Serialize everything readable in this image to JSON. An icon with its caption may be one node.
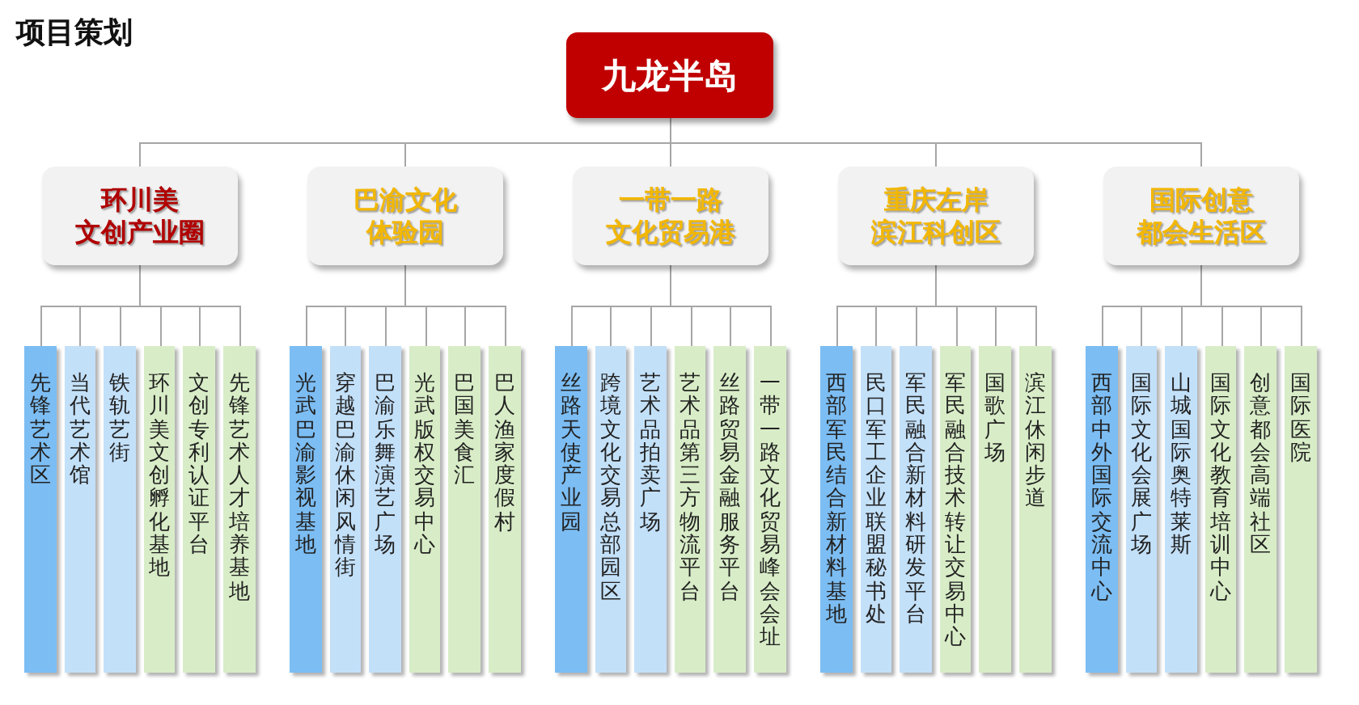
{
  "diagram": {
    "title": "项目策划",
    "nodes": [
      {
        "text": [
          "九龙半岛"
        ]
      },
      {
        "text": [
          "环川美文创产业圈"
        ]
      },
      {
        "text": [
          "巴渝文化体验园"
        ]
      },
      {
        "text": [
          "一带一路文化贸易港"
        ]
      },
      {
        "text": [
          "重庆左岸滨江科创区"
        ]
      },
      {
        "text": [
          "国际创意都会生活区"
        ]
      },
      {
        "text": [
          "先锋艺术区"
        ]
      },
      {
        "text": [
          "当代艺术馆"
        ]
      },
      {
        "text": [
          "铁轨艺街"
        ]
      },
      {
        "text": [
          "环川美文创孵化基地"
        ]
      },
      {
        "text": [
          "文创专利认证平台"
        ]
      },
      {
        "text": [
          "先锋艺术人才培养基地"
        ]
      },
      {
        "text": [
          "光武巴渝影视基地"
        ]
      },
      {
        "text": [
          "穿越巴渝休闲风情街"
        ]
      },
      {
        "text": [
          "巴渝乐舞演艺广场"
        ]
      },
      {
        "text": [
          "光武版权交易中心"
        ]
      },
      {
        "text": [
          "巴国美食汇"
        ]
      },
      {
        "text": [
          "巴人渔家度假村"
        ]
      },
      {
        "text": [
          "丝路天使产业园"
        ]
      },
      {
        "text": [
          "跨境文化交易总部园区"
        ]
      },
      {
        "text": [
          "艺术品拍卖广场"
        ]
      },
      {
        "text": [
          "艺术品第三方物流平台"
        ]
      },
      {
        "text": [
          "丝路贸易金融服务平台"
        ]
      },
      {
        "text": [
          "一带一路文化贸易峰会会址"
        ]
      },
      {
        "text": [
          "西部军民结合新材料基地"
        ]
      },
      {
        "text": [
          "民口军工企业联盟秘书处"
        ]
      },
      {
        "text": [
          "军民融合新材料研发平台"
        ]
      },
      {
        "text": [
          "军民融合技术转让交易中心"
        ]
      },
      {
        "text": [
          "国歌广场"
        ]
      },
      {
        "text": [
          "滨江休闲步道"
        ]
      },
      {
        "text": [
          "西部中外国际交流中心"
        ]
      },
      {
        "text": [
          "国际文化会展广场"
        ]
      },
      {
        "text": [
          "山城国际奥特莱斯"
        ]
      },
      {
        "text": [
          "国际文化教育培训中心"
        ]
      },
      {
        "text": [
          "创意都会高端社区"
        ]
      },
      {
        "text": [
          "国际医院"
        ]
      }
    ],
    "edges": [
      {
        "from": 0,
        "to": 1,
        "arrow": "none"
      },
      {
        "from": 0,
        "to": 2,
        "arrow": "none"
      },
      {
        "from": 0,
        "to": 3,
        "arrow": "none"
      },
      {
        "from": 0,
        "to": 4,
        "arrow": "none"
      },
      {
        "from": 0,
        "to": 5,
        "arrow": "none"
      },
      {
        "from": 1,
        "to": 6,
        "arrow": "none"
      },
      {
        "from": 1,
        "to": 7,
        "arrow": "none"
      },
      {
        "from": 1,
        "to": 8,
        "arrow": "none"
      },
      {
        "from": 1,
        "to": 9,
        "arrow": "none"
      },
      {
        "from": 1,
        "to": 10,
        "arrow": "none"
      },
      {
        "from": 1,
        "to": 11,
        "arrow": "none"
      },
      {
        "from": 2,
        "to": 12,
        "arrow": "none"
      },
      {
        "from": 2,
        "to": 13,
        "arrow": "none"
      },
      {
        "from": 2,
        "to": 14,
        "arrow": "none"
      },
      {
        "from": 2,
        "to": 15,
        "arrow": "none"
      },
      {
        "from": 2,
        "to": 16,
        "arrow": "none"
      },
      {
        "from": 2,
        "to": 17,
        "arrow": "none"
      },
      {
        "from": 3,
        "to": 18,
        "arrow": "none"
      },
      {
        "from": 3,
        "to": 19,
        "arrow": "none"
      },
      {
        "from": 3,
        "to": 20,
        "arrow": "none"
      },
      {
        "from": 3,
        "to": 21,
        "arrow": "none"
      },
      {
        "from": 3,
        "to": 22,
        "arrow": "none"
      },
      {
        "from": 3,
        "to": 23,
        "arrow": "none"
      },
      {
        "from": 4,
        "to": 24,
        "arrow": "none"
      },
      {
        "from": 4,
        "to": 25,
        "arrow": "none"
      },
      {
        "from": 4,
        "to": 26,
        "arrow": "none"
      },
      {
        "from": 4,
        "to": 27,
        "arrow": "none"
      },
      {
        "from": 4,
        "to": 28,
        "arrow": "none"
      },
      {
        "from": 4,
        "to": 29,
        "arrow": "none"
      },
      {
        "from": 5,
        "to": 30,
        "arrow": "none"
      },
      {
        "from": 5,
        "to": 31,
        "arrow": "none"
      },
      {
        "from": 5,
        "to": 32,
        "arrow": "none"
      },
      {
        "from": 5,
        "to": 33,
        "arrow": "none"
      },
      {
        "from": 5,
        "to": 34,
        "arrow": "none"
      },
      {
        "from": 5,
        "to": 35,
        "arrow": "none"
      }
    ]
  }
}
